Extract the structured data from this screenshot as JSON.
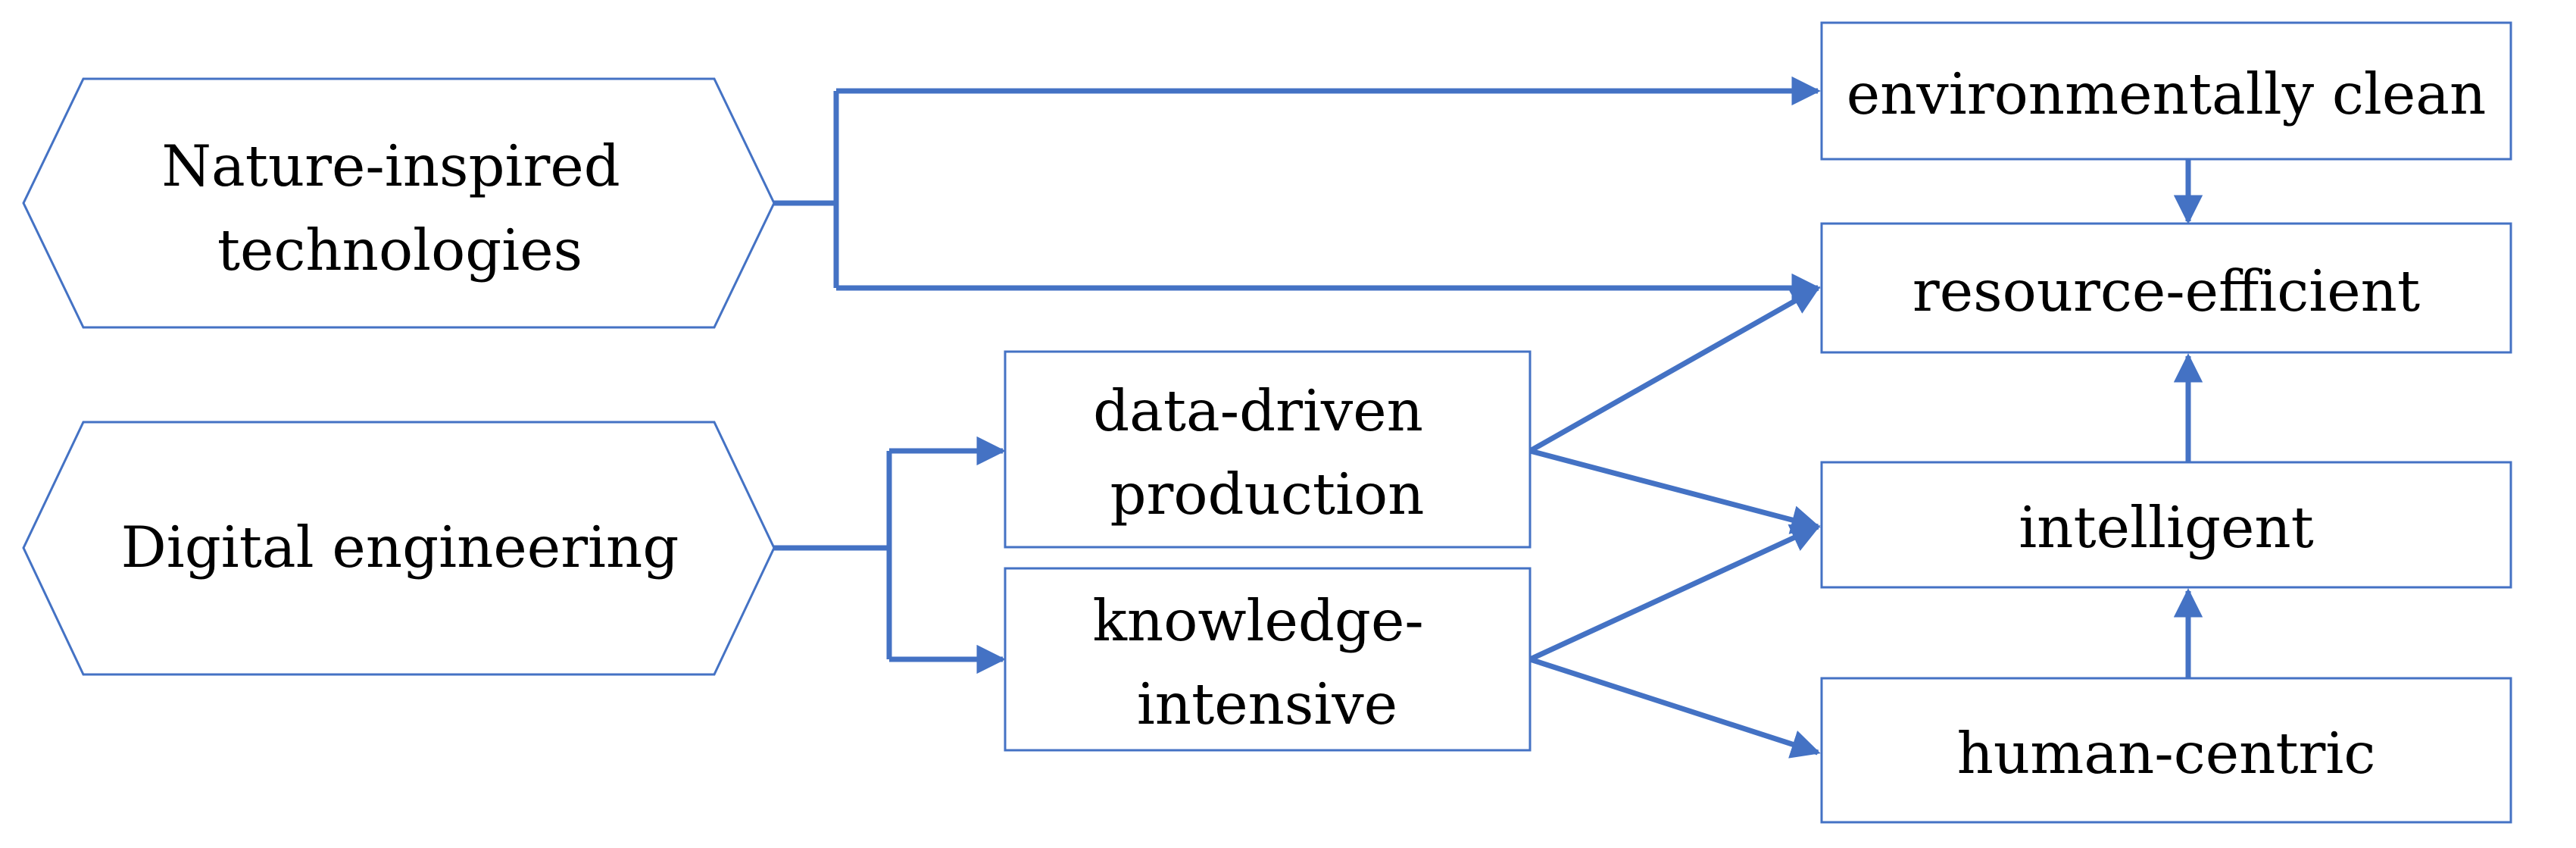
{
  "sources": {
    "nature": [
      "Nature-inspired",
      "technologies"
    ],
    "digital": [
      "Digital engineering"
    ]
  },
  "intermediates": {
    "data_driven": [
      "data-driven",
      "production"
    ],
    "knowledge": [
      "knowledge-",
      "intensive"
    ]
  },
  "outcomes": {
    "clean": "environmentally clean",
    "efficient": "resource-efficient",
    "intelligent": "intelligent",
    "human": "human-centric"
  },
  "colors": {
    "accent": "#4472c4",
    "text": "#000000",
    "background": "#ffffff"
  }
}
